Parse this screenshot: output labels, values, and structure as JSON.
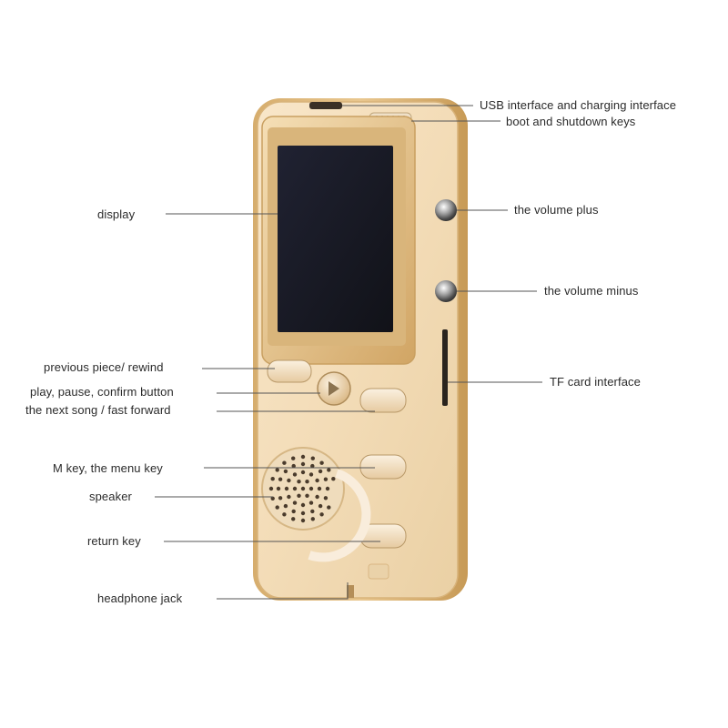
{
  "labels": {
    "usb": "USB interface and charging interface",
    "power": "boot and shutdown keys",
    "volume_plus": "the volume plus",
    "volume_minus": "the volume minus",
    "tf_card": "TF card interface",
    "display": "display",
    "previous": "previous piece/ rewind",
    "play": "play, pause, confirm button",
    "next": "the next song / fast forward",
    "menu": "M key, the menu key",
    "speaker": "speaker",
    "return": "return key",
    "headphone": "headphone jack"
  },
  "colors": {
    "body_gold": "#e8c79a",
    "body_light": "#f7e4c6",
    "bezel_gold": "#d7ae6e",
    "screen": "#1a1b25",
    "leader_line": "#555555"
  },
  "icons": {
    "play_button": "play-pause-icon",
    "volume_buttons": "round-metal-button-icon",
    "speaker": "speaker-grille-icon"
  }
}
